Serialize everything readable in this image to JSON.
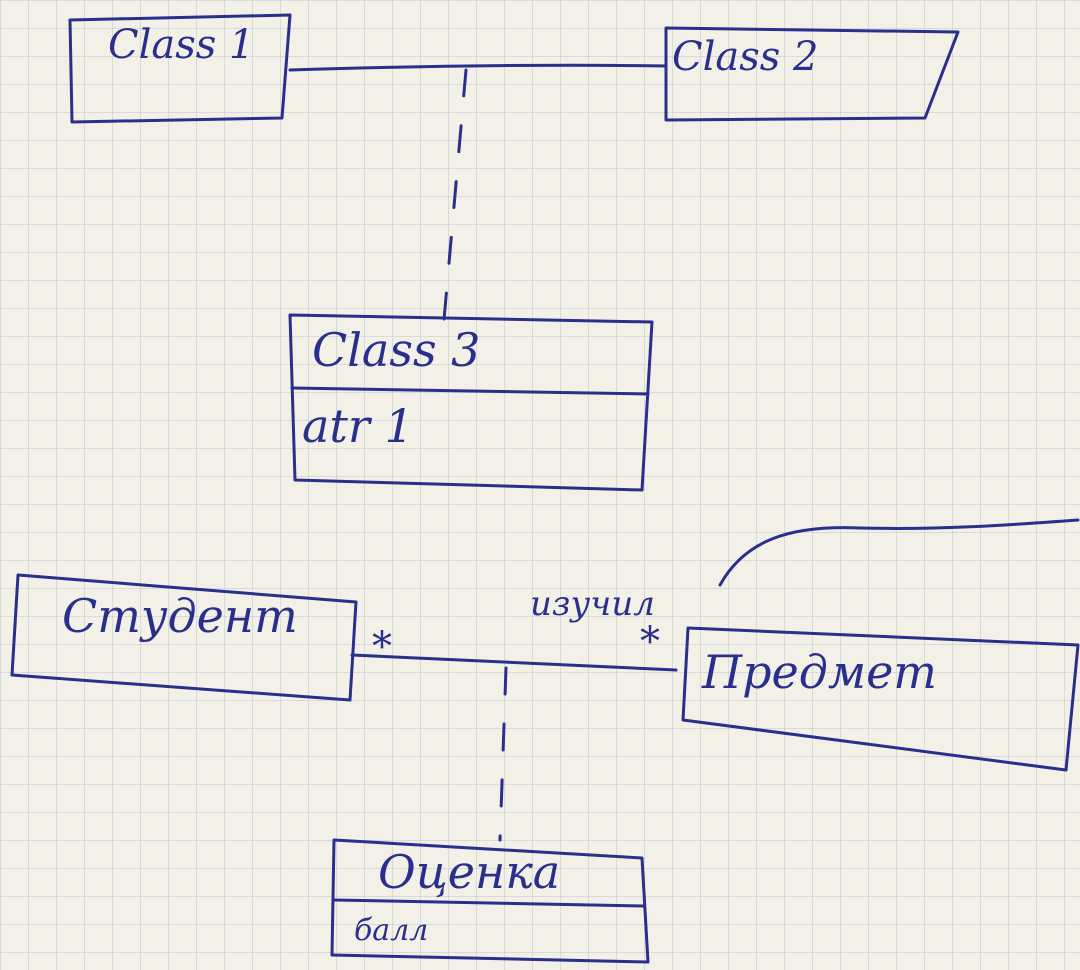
{
  "diagram": {
    "boxes": {
      "class1": {
        "name": "Class 1"
      },
      "class2": {
        "name": "Class 2"
      },
      "class3": {
        "name": "Class 3",
        "attribute": "atr 1"
      },
      "student": {
        "name": "Студент"
      },
      "subject": {
        "name": "Предмет"
      },
      "grade": {
        "name": "Оценка",
        "attribute": "балл"
      }
    },
    "association": {
      "label": "изучил",
      "left_multiplicity": "*",
      "right_multiplicity": "*"
    },
    "ink_color": "#2a2f8c",
    "paper_color": "#f3f1e7"
  }
}
